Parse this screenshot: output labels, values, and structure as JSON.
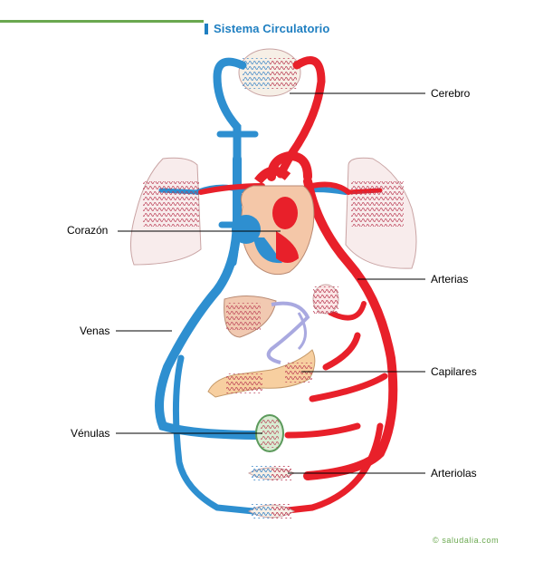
{
  "header": {
    "title": "Sistema Circulatorio"
  },
  "labels": {
    "cerebro": "Cerebro",
    "corazon": "Corazón",
    "arterias": "Arterias",
    "venas": "Venas",
    "capilares": "Capilares",
    "venulas": "Vénulas",
    "arteriolas": "Arteriolas"
  },
  "credit": "© saludalia.com",
  "colors": {
    "vein": "#2e8fd0",
    "artery": "#e8202a",
    "capillary": "#c03a5a",
    "accent": "#6aa84f",
    "title": "#1f7fc1"
  }
}
